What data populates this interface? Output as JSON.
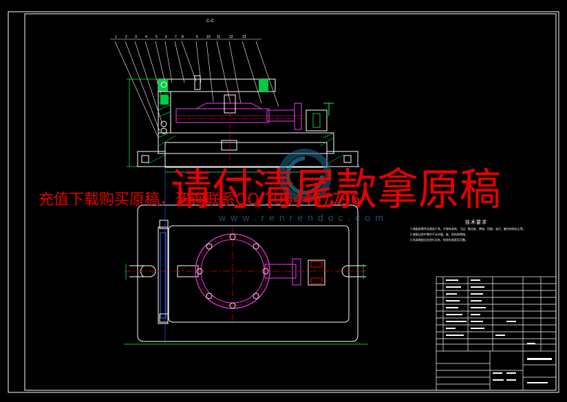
{
  "section_label": "C-C",
  "watermark": {
    "big": "请付清尾款拿原稿",
    "small": "充值下载购买原稿，咨询联系QQ 1964457796",
    "site": "www.renrendoc.com"
  },
  "tech": {
    "title": "技术要求",
    "notes": [
      "1.装配前零件应清洗干净，不得有毛刺、飞边、氧化皮、锈蚀、切屑、油污、着色剂和灰尘等。",
      "2.装配过程中零件不允许磕、碰、划伤和锈蚀。",
      "3.夹具装配后应进行试夹，检验夹紧是否可靠。"
    ]
  },
  "part_numbers": [
    "1",
    "2",
    "3",
    "4",
    "5",
    "6",
    "7",
    "8",
    "9",
    "10",
    "11",
    "12",
    "13"
  ],
  "colors": {
    "border": "#ffffff",
    "outline": "#ffffff",
    "section_hatch": "#00cc44",
    "gear": "#cc33cc",
    "centerline": "#e60000",
    "dimension": "#00ff66",
    "blue": "#3366ff",
    "watermark": "#e60000"
  }
}
